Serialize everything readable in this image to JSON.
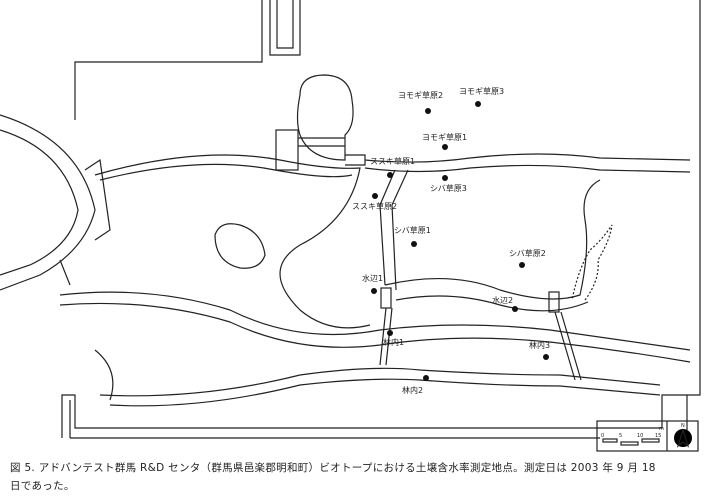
{
  "map": {
    "points": [
      {
        "name": "ヨモギ草原2"
      },
      {
        "name": "ヨモギ草原3"
      },
      {
        "name": "ヨモギ草原1"
      },
      {
        "name": "ススキ草原1"
      },
      {
        "name": "シバ草原3"
      },
      {
        "name": "ススキ草原2"
      },
      {
        "name": "シバ草原1"
      },
      {
        "name": "シバ草原2"
      },
      {
        "name": "水辺1"
      },
      {
        "name": "水辺2"
      },
      {
        "name": "林内1"
      },
      {
        "name": "林内3"
      },
      {
        "name": "林内2"
      }
    ],
    "scale": {
      "ticks": [
        "0",
        "5",
        "10",
        "15"
      ],
      "unit": "m"
    },
    "north": "N"
  },
  "caption": {
    "line1": "図 5. アドバンテスト群馬 R&D センタ（群馬県邑楽郡明和町）ビオトープにおける土壌含水率測定地点。測定日は 2003 年 9 月 18",
    "line2": "日であった。"
  }
}
